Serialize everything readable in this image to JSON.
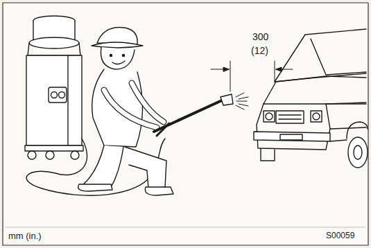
{
  "diagram": {
    "labels": [
      "300",
      "(12)",
      "mm (in.)",
      "S00059"
    ]
  }
}
